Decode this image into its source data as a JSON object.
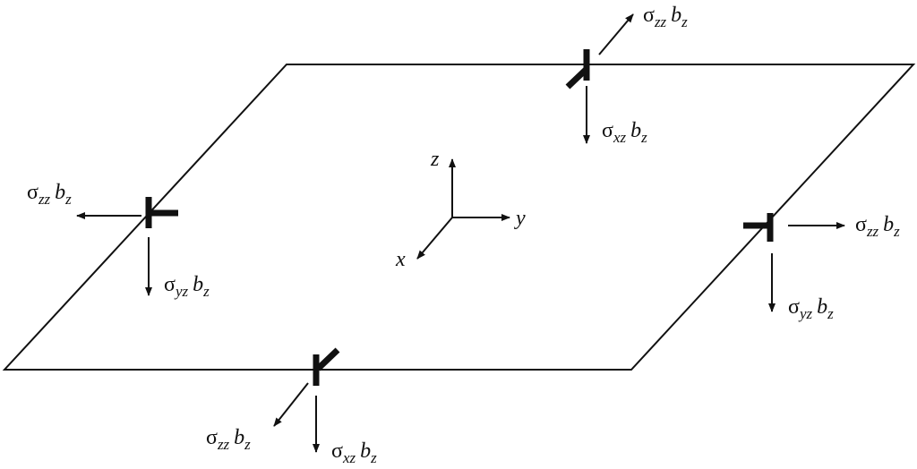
{
  "axes": {
    "x": "x",
    "y": "y",
    "z": "z"
  },
  "labels": {
    "top_normal": {
      "sigma": "σ",
      "sub": "zz",
      "b": "b",
      "bsub": "z"
    },
    "top_shear": {
      "sigma": "σ",
      "sub": "xz",
      "b": "b",
      "bsub": "z"
    },
    "left_normal": {
      "sigma": "σ",
      "sub": "zz",
      "b": "b",
      "bsub": "z"
    },
    "left_shear": {
      "sigma": "σ",
      "sub": "yz",
      "b": "b",
      "bsub": "z"
    },
    "right_normal": {
      "sigma": "σ",
      "sub": "zz",
      "b": "b",
      "bsub": "z"
    },
    "right_shear": {
      "sigma": "σ",
      "sub": "yz",
      "b": "b",
      "bsub": "z"
    },
    "bottom_normal": {
      "sigma": "σ",
      "sub": "zz",
      "b": "b",
      "bsub": "z"
    },
    "bottom_shear": {
      "sigma": "σ",
      "sub": "xz",
      "b": "b",
      "bsub": "z"
    }
  },
  "colors": {
    "ink": "#111111",
    "background": "#ffffff"
  }
}
